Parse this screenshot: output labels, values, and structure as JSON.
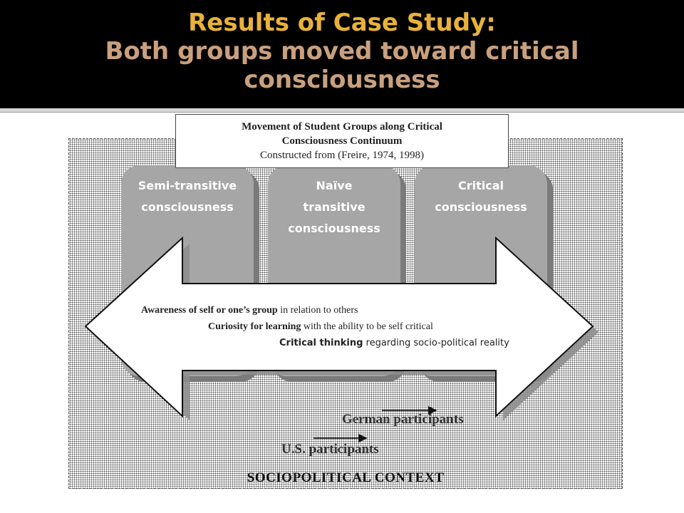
{
  "title": {
    "line1": "Results of Case Study:",
    "line2": "Both groups moved toward critical",
    "line3": "consciousness"
  },
  "caption": {
    "line1": "Movement of Student Groups along Critical",
    "line2": "Consciousness Continuum",
    "line3": "Constructed from (Freire, 1974, 1998)"
  },
  "stages": [
    {
      "line1": "Semi-transitive",
      "line2": "consciousness",
      "line3": ""
    },
    {
      "line1": "Naïve",
      "line2": "transitive",
      "line3": "consciousness"
    },
    {
      "line1": "Critical",
      "line2": "consciousness",
      "line3": ""
    }
  ],
  "awareness": [
    {
      "bold": "Awareness of self or one’s group",
      "rest": " in relation to others"
    },
    {
      "bold": "Curiosity for learning",
      "rest": " with the ability to be self critical"
    },
    {
      "bold": "Critical thinking",
      "rest": " regarding socio-political reality"
    }
  ],
  "participants": {
    "german": "German participants",
    "us": "U.S. participants"
  },
  "context_label": "SOCIOPOLITICAL CONTEXT",
  "colors": {
    "title_primary": "#e8b23a",
    "title_secondary": "#c9a07e",
    "stage_fill": "#a6a6a6"
  }
}
